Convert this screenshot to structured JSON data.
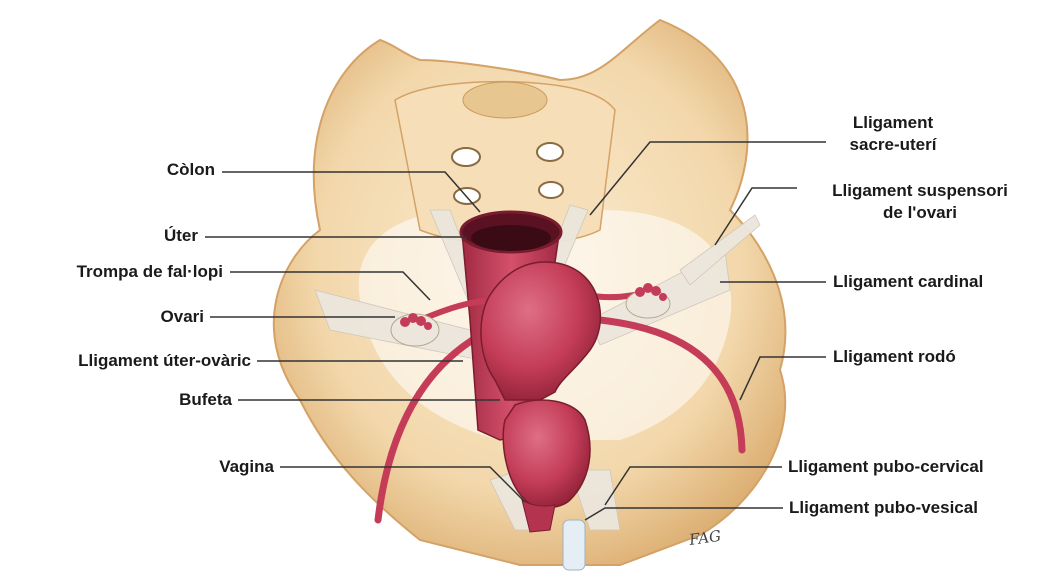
{
  "palette": {
    "bone": "#f2d7aa",
    "bone_dark": "#dcae72",
    "bone_light": "#fbecd2",
    "organ": "#c43c58",
    "organ_dark": "#8e2136",
    "organ_light": "#de6f86",
    "ligament": "#ece6dc",
    "leader": "#333333"
  },
  "labels": {
    "colon": "Còlon",
    "uter": "Úter",
    "trompa": "Trompa de fal·lopi",
    "ovari": "Ovari",
    "ut_ovaric": "Lligament úter-ovàric",
    "bufeta": "Bufeta",
    "vagina": "Vagina",
    "sacre_1": "Lligament",
    "sacre_2": "sacre-uterí",
    "susp_1": "Lligament suspensori",
    "susp_2": "de l'ovari",
    "cardinal": "Lligament cardinal",
    "rodo": "Lligament rodó",
    "pubo_cerv": "Lligament pubo-cervical",
    "pubo_ves": "Lligament pubo-vesical"
  },
  "signature": "FAG"
}
